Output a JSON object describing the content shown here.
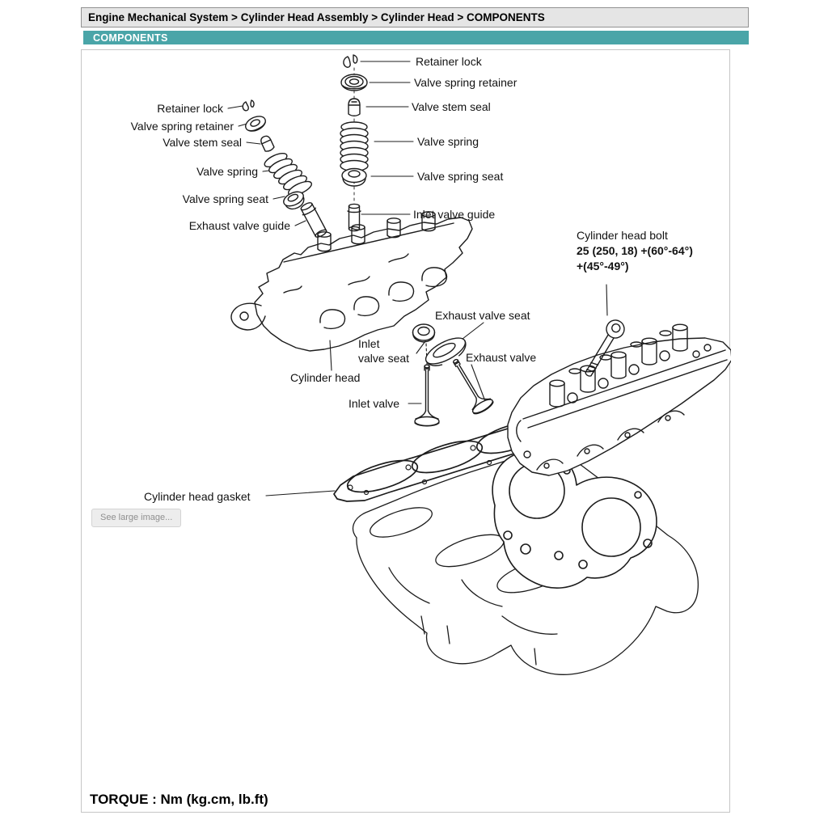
{
  "breadcrumb": {
    "text": "Engine Mechanical System > Cylinder Head Assembly > Cylinder Head > COMPONENTS"
  },
  "section": {
    "title": "COMPONENTS"
  },
  "colors": {
    "accent_teal": "#4AA5A8",
    "breadcrumb_bg": "#E5E5E5",
    "diagram_ink": "#1C1C1C"
  },
  "labels": {
    "top_retainer_lock": "Retainer lock",
    "top_valve_spring_retainer": "Valve spring retainer",
    "top_valve_stem_seal": "Valve stem seal",
    "top_valve_spring": "Valve spring",
    "top_valve_spring_seat": "Valve spring seat",
    "inlet_valve_guide": "Inlet valve guide",
    "left_retainer_lock": "Retainer lock",
    "left_valve_spring_retainer": "Valve spring retainer",
    "left_valve_stem_seal": "Valve stem seal",
    "left_valve_spring": "Valve spring",
    "left_valve_spring_seat": "Valve spring seat",
    "exhaust_valve_guide": "Exhaust valve guide",
    "cylinder_head_bolt": "Cylinder head bolt",
    "cylinder_head_bolt_spec1": "25 (250, 18) +(60°-64°)",
    "cylinder_head_bolt_spec2": "+(45°-49°)",
    "exhaust_valve_seat": "Exhaust valve seat",
    "inlet_valve_seat_line1": "Inlet",
    "inlet_valve_seat_line2": "valve seat",
    "exhaust_valve": "Exhaust valve",
    "cylinder_head": "Cylinder head",
    "inlet_valve": "Inlet valve",
    "cylinder_head_gasket": "Cylinder head gasket"
  },
  "button": {
    "see_large_image": "See large image..."
  },
  "footer": {
    "torque_note": "TORQUE : Nm (kg.cm, lb.ft)"
  }
}
